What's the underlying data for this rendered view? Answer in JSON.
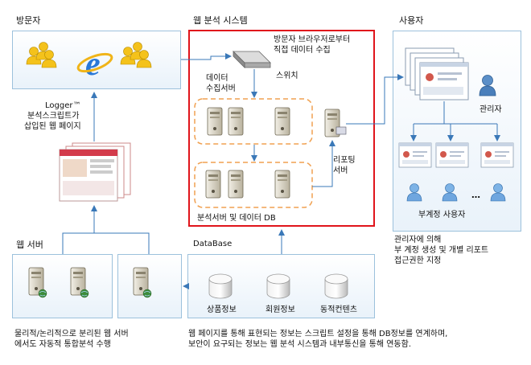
{
  "visitor": {
    "label": "방문자"
  },
  "web_analytics": {
    "label": "웹 분석 시스템"
  },
  "users": {
    "label": "사용자"
  },
  "logger": {
    "line1": "Logger™",
    "line2": "분석스크립트가",
    "line3": "삽입된 웹 페이지"
  },
  "collection": {
    "line1": "방문자 브라우저로부터",
    "line2": "직접 데이터 수집"
  },
  "switch": {
    "label": "스위치"
  },
  "collect_server": {
    "line1": "데이터",
    "line2": "수집서버"
  },
  "report_server": {
    "line1": "리포팅",
    "line2": "서버"
  },
  "analysis_db": {
    "label": "분석서버 및 데이터 DB"
  },
  "admin": {
    "label": "관리자"
  },
  "sub_users": {
    "label": "부계정 사용자"
  },
  "admin_note": {
    "line1": "관리자에 의해",
    "line2": "부 계정 생성 및 개별 리포트",
    "line3": "접근권한 지정"
  },
  "web_server": {
    "label": "웹 서버"
  },
  "database": {
    "label": "DataBase",
    "items": [
      "상품정보",
      "회원정보",
      "동적컨텐츠"
    ]
  },
  "web_server_note": {
    "line1": "물리적/논리적으로 분리된 웹 서버",
    "line2": "에서도 자동적 통합분석 수행"
  },
  "bottom_note": {
    "line1": "웹 페이지를 통해 표현되는 정보는 스크립트 설정을 통해 DB정보를 연계하며,",
    "line2": "보안이 요구되는 정보는 웹 분석 시스템과 내부통신을 통해 연동함."
  },
  "ellipsis": "…",
  "colors": {
    "panel_border": "#9cc1dc",
    "red_border": "#e0141b",
    "orange_dash": "#f0a050",
    "arrow": "#3a78b8"
  }
}
